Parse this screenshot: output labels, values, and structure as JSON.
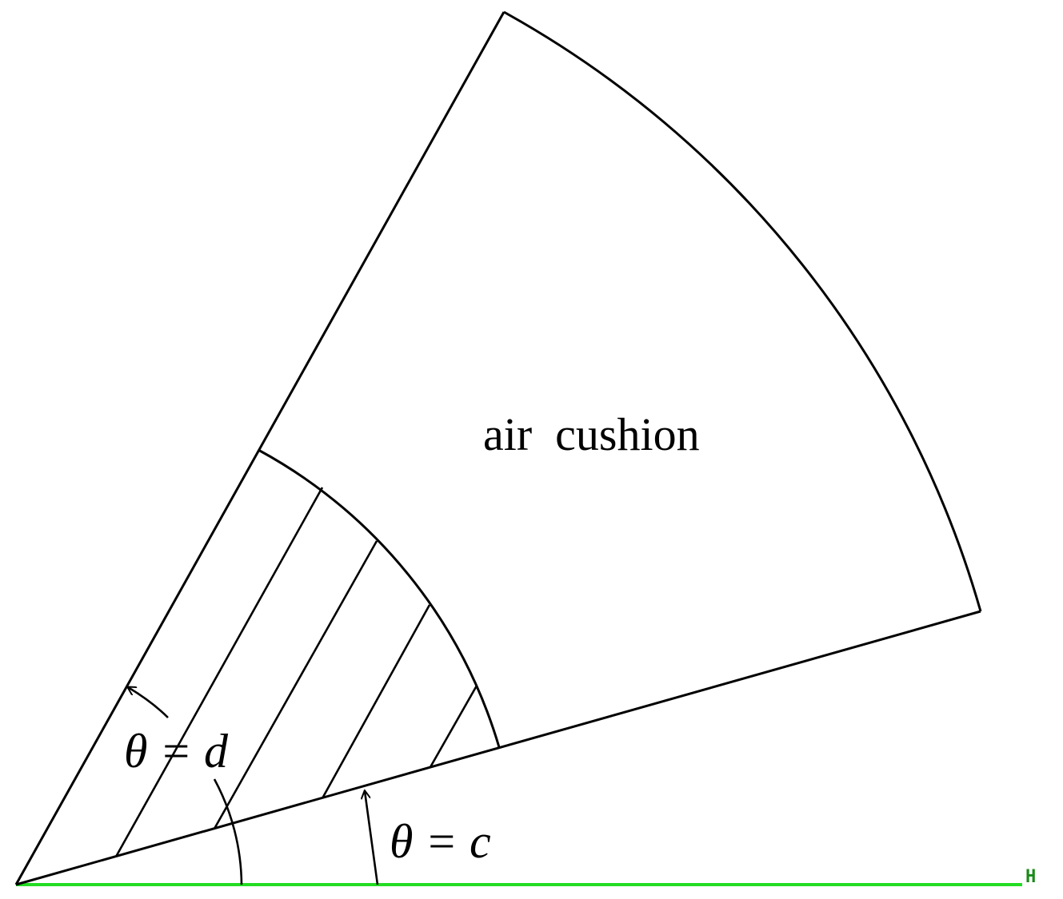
{
  "labels": {
    "region": "air  cushion",
    "angle_d": "θ = d",
    "angle_c": "θ = c",
    "axis": "H"
  },
  "colors": {
    "lines": "#000000",
    "axis_line": "#22dd22",
    "axis_label": "#1a8a1a",
    "background": "#ffffff"
  }
}
